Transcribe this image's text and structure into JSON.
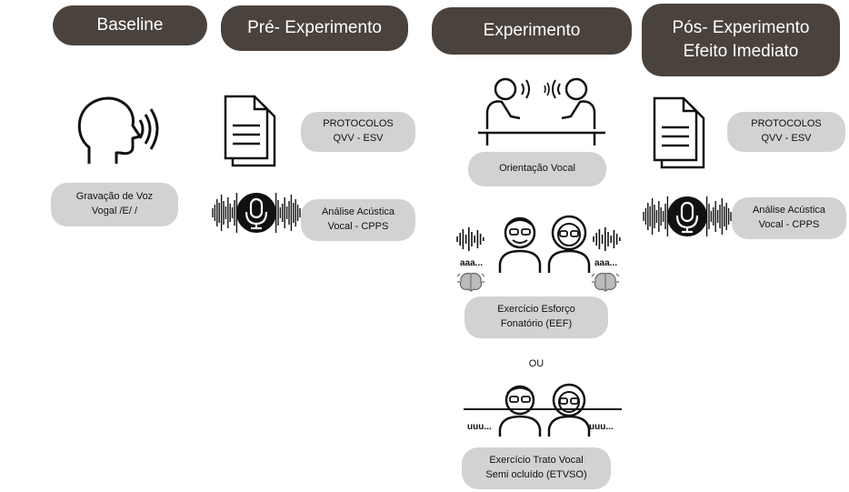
{
  "stages": {
    "baseline": "Baseline",
    "pre": "Pré- Experimento",
    "experiment": "Experimento",
    "post_line1": "Pós- Experimento",
    "post_line2": "Efeito Imediato"
  },
  "baseline": {
    "pill_line1": "Gravação de Voz",
    "pill_line2": "Vogal /E/ /"
  },
  "pre": {
    "protocol_line1": "PROTOCOLOS",
    "protocol_line2": "QVV - ESV",
    "acoustic_line1": "Análise Acústica",
    "acoustic_line2": "Vocal - CPPS"
  },
  "experiment": {
    "orientation": "Orientação Vocal",
    "aaa_left": "aaa...",
    "aaa_right": "aaa...",
    "eef_line1": "Exercício Esforço",
    "eef_line2": "Fonatório (EEF)",
    "or": "OU",
    "uuu_left": "uuu...",
    "uuu_right": "uuu...",
    "etvso_line1": "Exercício Trato Vocal",
    "etvso_line2": "Semi ocluído (ETVSO)"
  },
  "post": {
    "protocol_line1": "PROTOCOLOS",
    "protocol_line2": "QVV - ESV",
    "acoustic_line1": "Análise Acústica",
    "acoustic_line2": "Vocal - CPPS"
  },
  "icons": {
    "speaking_head": "speaking-head-icon",
    "document": "document-icon",
    "microphone_wave": "microphone-waveform-icon",
    "conversation": "conversation-icon",
    "elderly_couple": "elderly-couple-icon",
    "brain": "brain-icon"
  },
  "colors": {
    "header_bg": "#4a423c",
    "pill_bg": "#d2d2d2"
  }
}
